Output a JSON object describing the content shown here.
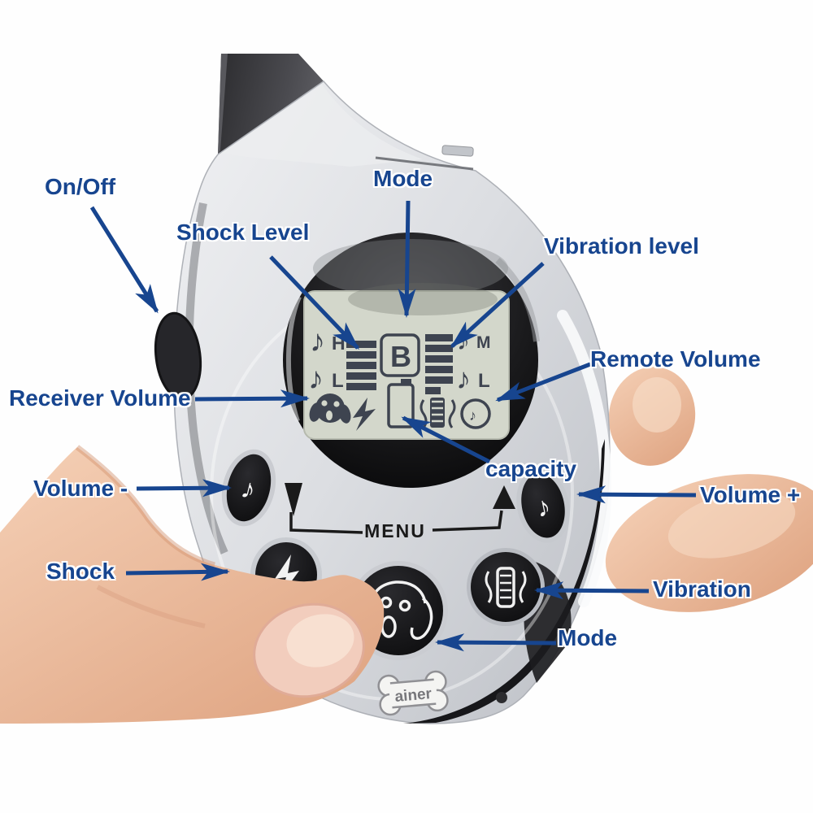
{
  "colors": {
    "label_blue": "#17458f",
    "arrow_blue": "#17458f",
    "device_silver": "#d9dbdf",
    "lcd_background": "#d3d7cb",
    "lcd_icon": "#3e4450",
    "button_black": "#121214",
    "skin": "#efc3a8"
  },
  "annotations": {
    "items": [
      {
        "id": "on-off",
        "label": "On/Off"
      },
      {
        "id": "mode-top",
        "label": "Mode"
      },
      {
        "id": "shock-level",
        "label": "Shock Level"
      },
      {
        "id": "vibration-level",
        "label": "Vibration level"
      },
      {
        "id": "remote-volume",
        "label": "Remote Volume"
      },
      {
        "id": "receiver-volume",
        "label": "Receiver Volume"
      },
      {
        "id": "volume-minus",
        "label": "Volume -"
      },
      {
        "id": "capacity",
        "label": "capacity"
      },
      {
        "id": "volume-plus",
        "label": "Volume +"
      },
      {
        "id": "shock",
        "label": "Shock"
      },
      {
        "id": "vibration",
        "label": "Vibration"
      },
      {
        "id": "mode-bottom",
        "label": "Mode"
      }
    ]
  },
  "device": {
    "menu_label": "MENU",
    "logo_text": "ainer",
    "icons": {
      "note": "♪"
    },
    "lcd": {
      "tone_high": "H",
      "tone_low_left": "L",
      "boost": "B",
      "tone_mid": "M",
      "tone_low_right": "L"
    }
  }
}
